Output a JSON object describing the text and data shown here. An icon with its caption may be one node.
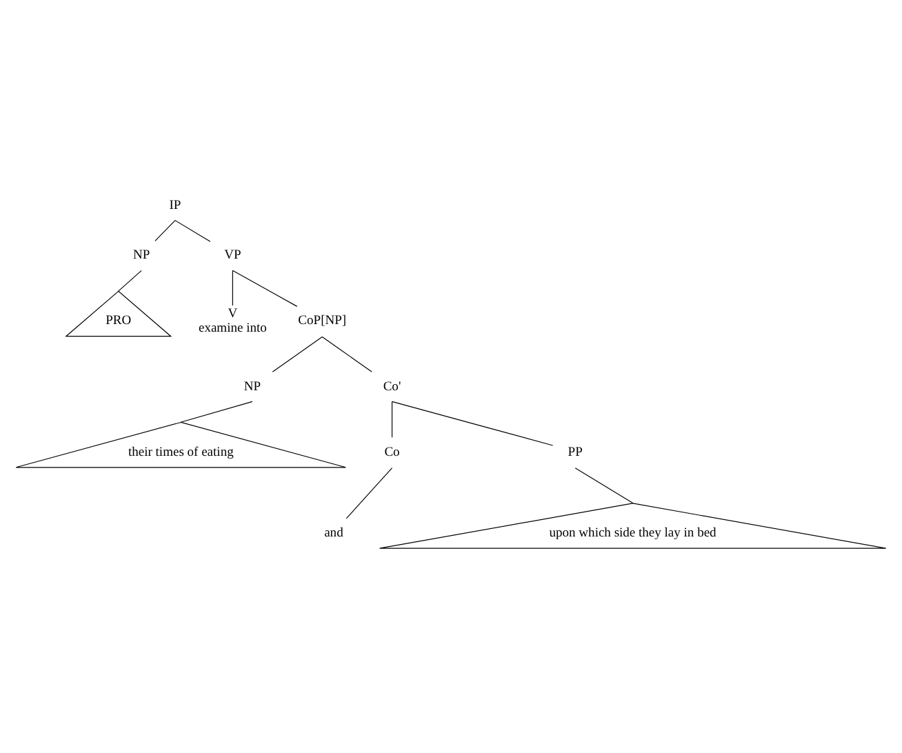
{
  "diagram": {
    "nodes": [
      {
        "text": [
          "IP"
        ]
      },
      {
        "text": [
          "NP"
        ]
      },
      {
        "text": [
          "VP"
        ]
      },
      {
        "text": [
          "PRO"
        ]
      },
      {
        "text": [
          "V",
          "examine into"
        ]
      },
      {
        "text": [
          "CoP[NP]"
        ]
      },
      {
        "text": [
          "NP"
        ]
      },
      {
        "text": [
          "Co'"
        ]
      },
      {
        "text": [
          "their times of eating"
        ]
      },
      {
        "text": [
          "Co"
        ]
      },
      {
        "text": [
          "PP"
        ]
      },
      {
        "text": [
          "and"
        ]
      },
      {
        "text": [
          "upon which side they lay in bed"
        ]
      }
    ],
    "edges": [
      {
        "from": 0,
        "to": 1,
        "arrow": "none"
      },
      {
        "from": 0,
        "to": 2,
        "arrow": "none"
      },
      {
        "from": 1,
        "to": 3,
        "arrow": "none"
      },
      {
        "from": 2,
        "to": 4,
        "arrow": "none"
      },
      {
        "from": 2,
        "to": 5,
        "arrow": "none"
      },
      {
        "from": 5,
        "to": 6,
        "arrow": "none"
      },
      {
        "from": 5,
        "to": 7,
        "arrow": "none"
      },
      {
        "from": 6,
        "to": 8,
        "arrow": "none"
      },
      {
        "from": 7,
        "to": 9,
        "arrow": "none"
      },
      {
        "from": 7,
        "to": 10,
        "arrow": "none"
      },
      {
        "from": 9,
        "to": 11,
        "arrow": "none"
      },
      {
        "from": 10,
        "to": 12,
        "arrow": "none"
      }
    ]
  }
}
